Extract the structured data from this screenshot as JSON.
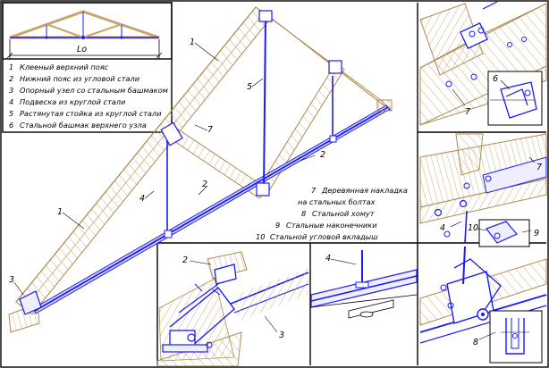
{
  "legend": {
    "items": [
      {
        "num": "1",
        "text": "Клееный верхний пояс"
      },
      {
        "num": "2",
        "text": "Нижний пояс из угловой стали"
      },
      {
        "num": "3",
        "text": "Опорный узел со стальным башмаком"
      },
      {
        "num": "4",
        "text": "Подвеска из круглой стали"
      },
      {
        "num": "5",
        "text": "Растянутая стойка из круглой стали"
      },
      {
        "num": "6",
        "text": "Стальной башмак верхнего узла"
      }
    ],
    "items_right": [
      {
        "num": "7",
        "text": "Деревянная накладка",
        "cont": "на стальных болтах"
      },
      {
        "num": "8",
        "text": "Стальной хомут"
      },
      {
        "num": "9",
        "text": "Стальные наконечники"
      },
      {
        "num": "10",
        "text": "Стальной угловой вкладыш"
      }
    ]
  },
  "dimension": {
    "label": "Lo"
  },
  "callouts": {
    "main": [
      "1",
      "5",
      "7",
      "2",
      "2",
      "4",
      "1",
      "3"
    ],
    "det_a": [
      "2",
      "3"
    ],
    "det_b": [
      "4"
    ],
    "det_c": [
      "7",
      "6"
    ],
    "det_d": [
      "7",
      "4",
      "10",
      "9"
    ],
    "det_e": [
      "8"
    ]
  },
  "colors": {
    "wood": "#c8a46e",
    "steel": "#1a1aff",
    "line": "#000000"
  }
}
